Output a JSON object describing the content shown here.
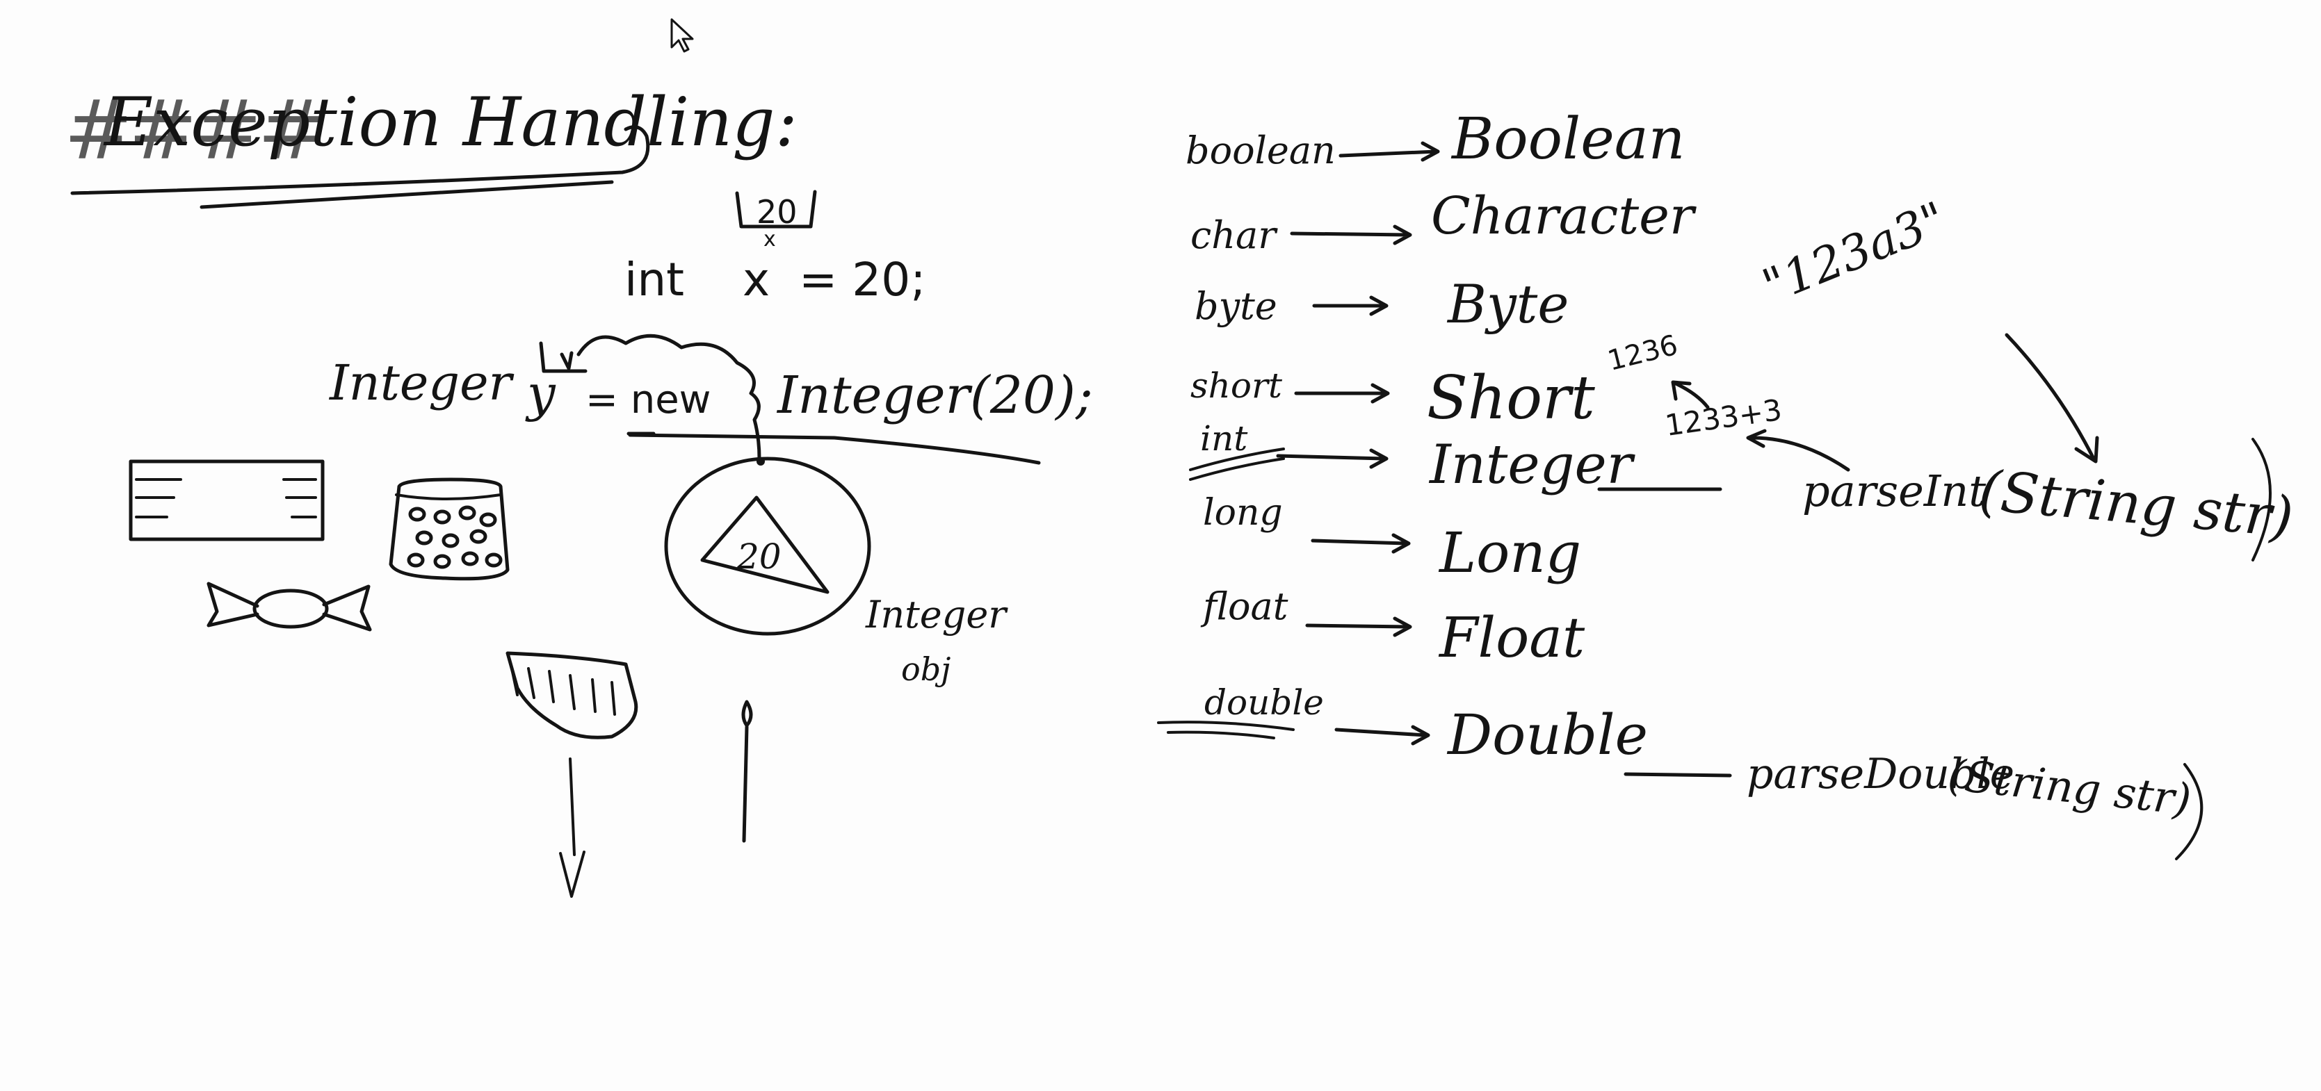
{
  "title": {
    "scribble": "####",
    "text": "Exception Handling:"
  },
  "box_value": {
    "value": "20",
    "var": "x"
  },
  "primitive_decl": "int    x  = 20;",
  "object_decl": {
    "type": "Integer",
    "var": "y",
    "assign": "= new",
    "ctor": "Integer(20);"
  },
  "object_value": "20",
  "object_caption": {
    "line1": "Integer",
    "line2": "obj"
  },
  "wrappers": [
    {
      "primitive": "boolean",
      "wrapper": "Boolean"
    },
    {
      "primitive": "char",
      "wrapper": "Character"
    },
    {
      "primitive": "byte",
      "wrapper": "Byte"
    },
    {
      "primitive": "short",
      "wrapper": "Short"
    },
    {
      "primitive": "int",
      "wrapper": "Integer"
    },
    {
      "primitive": "long",
      "wrapper": "Long"
    },
    {
      "primitive": "float",
      "wrapper": "Float"
    },
    {
      "primitive": "double",
      "wrapper": "Double"
    }
  ],
  "parse_int": {
    "method": "parseInt",
    "args": "(String str)",
    "example_input": "\"123a3\"",
    "step1": "1233+3",
    "step2": "1236"
  },
  "parse_double": {
    "method": "parseDouble",
    "args": "(String str)"
  }
}
